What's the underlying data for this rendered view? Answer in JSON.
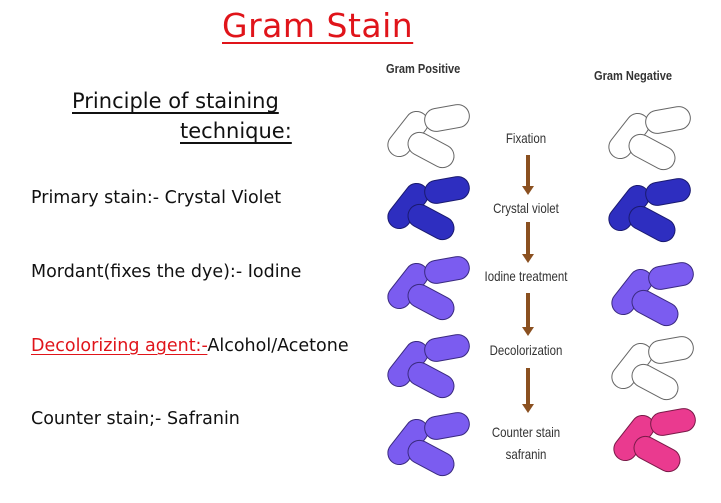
{
  "title": "Gram Stain",
  "principle": {
    "line1": "Principle of staining",
    "line2": "technique:"
  },
  "steps": [
    {
      "label": "Primary stain:- ",
      "value": "Crystal Violet"
    },
    {
      "label": "Mordant(fixes the dye):- ",
      "value": "Iodine"
    },
    {
      "label": "Decolorizing agent:-",
      "value": "Alcohol/Acetone",
      "highlight_color": "#e0141a"
    },
    {
      "label": "Counter stain;- ",
      "value": "Safranin"
    }
  ],
  "diagram": {
    "left_header": "Gram Positive",
    "right_header": "Gram Negative",
    "flow": [
      "Fixation",
      "Crystal violet",
      "Iodine treatment",
      "Decolorization",
      "Counter stain",
      "safranin"
    ],
    "colors": {
      "unstained": "#ffffff",
      "crystal_violet": "#2e2ec0",
      "iodine_purple": "#7b5cf0",
      "safranin_pink": "#ea3a8f",
      "arrow": "#8a5020"
    },
    "positive_states": [
      "unstained",
      "crystal_violet",
      "iodine_purple",
      "iodine_purple",
      "iodine_purple"
    ],
    "negative_states": [
      "unstained",
      "crystal_violet",
      "iodine_purple",
      "unstained",
      "safranin_pink"
    ]
  }
}
